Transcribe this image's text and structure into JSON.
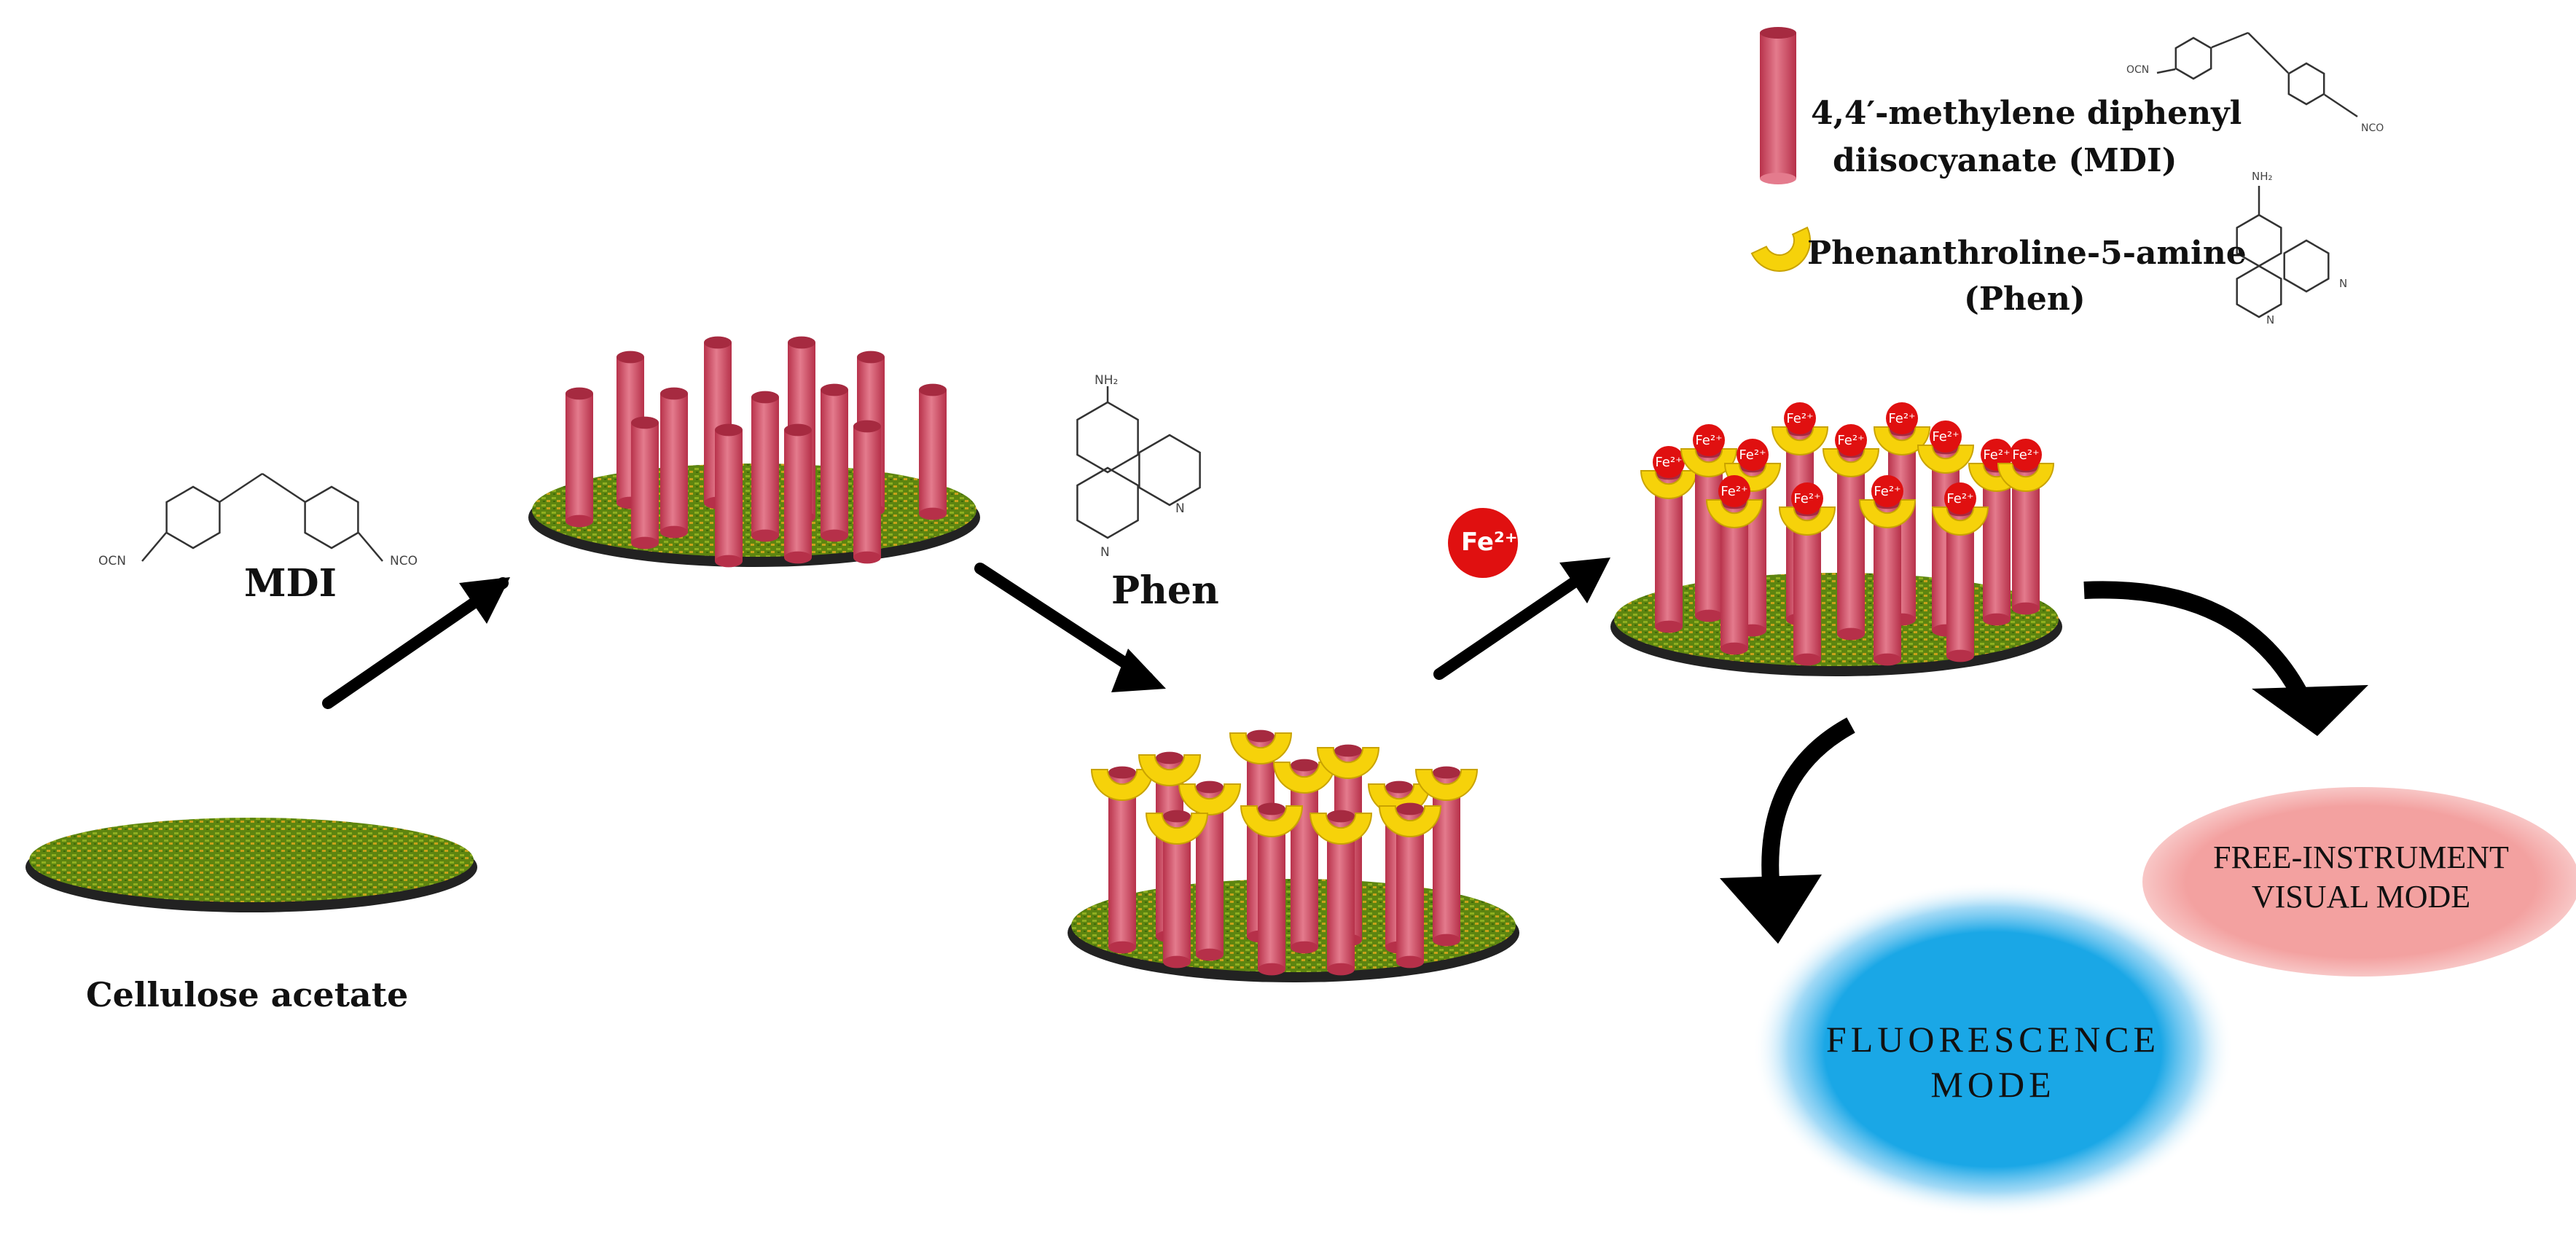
{
  "legend": {
    "mdi_line1": "4,4′-methylene diphenyl",
    "mdi_line2": "diisocyanate (MDI)",
    "phen_line1": "Phenanthroline-5-amine",
    "phen_line2": "(Phen)"
  },
  "labels": {
    "cellulose": "Cellulose acetate",
    "mdi": "MDI",
    "phen": "Phen",
    "fe_ion": "Fe²⁺",
    "fe_small": "Fe²⁺"
  },
  "chem": {
    "nh2": "NH₂",
    "n": "N",
    "ocn": "OCN",
    "nco": "NCO"
  },
  "modes": {
    "visual_line1": "FREE-INSTRUMENT",
    "visual_line2": "VISUAL MODE",
    "fluor_line1": "FLUORESCENCE",
    "fluor_line2": "MODE"
  },
  "colors": {
    "membrane": "#6d8f16",
    "rod": "#d9576e",
    "cup": "#f6d20a",
    "fe": "#e01010",
    "visual_mode": "#f3a1a0",
    "fluor_mode": "#1aa7e6"
  }
}
